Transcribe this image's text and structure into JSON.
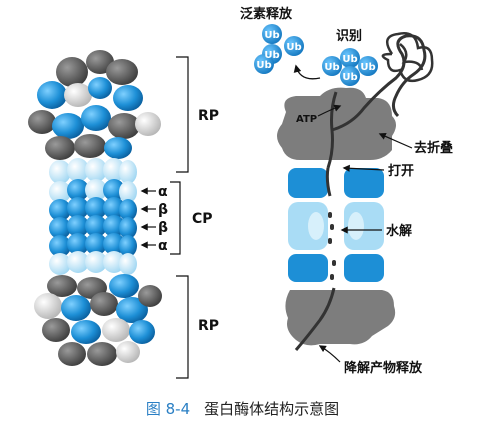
{
  "labels": {
    "rp_top": "RP",
    "cp": "CP",
    "rp_bottom": "RP",
    "alpha": "α",
    "beta": "β",
    "ub": "Ub",
    "ub_release": "泛素释放",
    "recognition": "识别",
    "atp": "ATP",
    "unfolding": "去折叠",
    "opening": "打开",
    "hydrolysis": "水解",
    "product_release": "降解产物释放"
  },
  "caption": {
    "figure_number": "图 8-4",
    "title": "蛋白酶体结构示意图"
  },
  "colors": {
    "blue": "#1d8fd6",
    "light_blue": "#a9dcf5",
    "dark_gray": "#555555",
    "mid_gray": "#7d7d7d",
    "light_gray": "#c8c8c8",
    "figure_number": "#2a7fc4"
  }
}
